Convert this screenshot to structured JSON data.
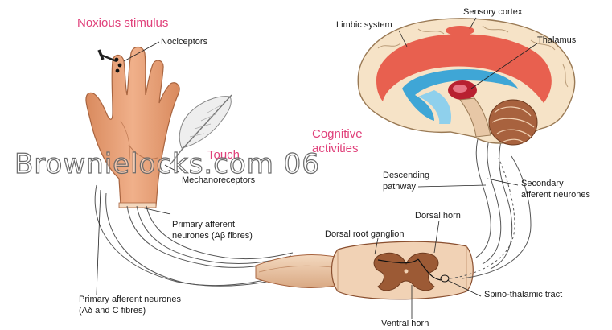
{
  "labels": {
    "noxious_stimulus": "Noxious stimulus",
    "nociceptors": "Nociceptors",
    "touch": "Touch",
    "mechanoreceptors": "Mechanoreceptors",
    "primary_ab_line1": "Primary afferent",
    "primary_ab_line2": "neurones (Aβ fibres)",
    "primary_adc_line1": "Primary afferent neurones",
    "primary_adc_line2": "(Aδ and C fibres)",
    "limbic_system": "Limbic system",
    "sensory_cortex": "Sensory cortex",
    "thalamus": "Thalamus",
    "cognitive_line1": "Cognitive",
    "cognitive_line2": "activities",
    "descending_line1": "Descending",
    "descending_line2": "pathway",
    "secondary_line1": "Secondary",
    "secondary_line2": "afferent neurones",
    "dorsal_horn": "Dorsal horn",
    "dorsal_root_ganglion": "Dorsal root ganglion",
    "spino_thalamic_tract": "Spino-thalamic tract",
    "ventral_horn": "Ventral horn"
  },
  "watermark": "Brownielocks.com 06",
  "colors": {
    "accent_pink": "#e0407a",
    "skin": "#e8a07a",
    "cortex": "#e8604f",
    "ventricle": "#3fa6d6",
    "grey_matter": "#9c5a35"
  }
}
